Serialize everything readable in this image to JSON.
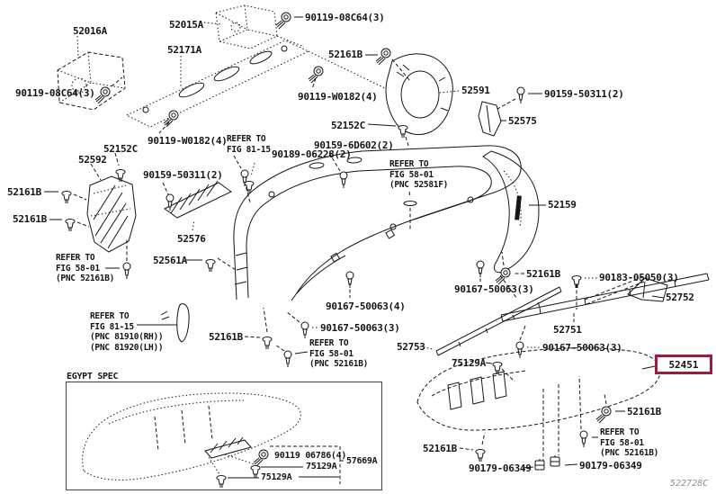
{
  "diagram": {
    "selected_part": "52451",
    "highlight_color": "#9e1b3c",
    "labels": [
      {
        "text": "52016A",
        "kind": "part"
      },
      {
        "text": "52015A",
        "kind": "part"
      },
      {
        "text": "90119-08C64(3)",
        "kind": "part"
      },
      {
        "text": "52171A",
        "kind": "part"
      },
      {
        "text": "52161B",
        "kind": "part"
      },
      {
        "text": "90119-08C64(3)",
        "kind": "part"
      },
      {
        "text": "90119-W0182(4)",
        "kind": "part"
      },
      {
        "text": "52591",
        "kind": "part"
      },
      {
        "text": "90159-50311(2)",
        "kind": "part"
      },
      {
        "text": "52575",
        "kind": "part"
      },
      {
        "text": "90119-W0182(4)",
        "kind": "part"
      },
      {
        "text": "52152C",
        "kind": "part"
      },
      {
        "text": "52592",
        "kind": "part"
      },
      {
        "text": "52152C",
        "kind": "part"
      },
      {
        "text": "REFER TO\nFIG 81-15",
        "kind": "note"
      },
      {
        "text": "90189-06228(2)",
        "kind": "part"
      },
      {
        "text": "90159-6D602(2)",
        "kind": "part"
      },
      {
        "text": "REFER TO\nFIG 58-01\n(PNC 52581F)",
        "kind": "note"
      },
      {
        "text": "52161B",
        "kind": "part"
      },
      {
        "text": "52161B",
        "kind": "part"
      },
      {
        "text": "90159-50311(2)",
        "kind": "part"
      },
      {
        "text": "52576",
        "kind": "part"
      },
      {
        "text": "52561A",
        "kind": "part"
      },
      {
        "text": "REFER TO\nFIG 58-01\n(PNC 52161B)",
        "kind": "note"
      },
      {
        "text": "52159",
        "kind": "part"
      },
      {
        "text": "52161B",
        "kind": "part"
      },
      {
        "text": "90183-05050(3)",
        "kind": "part"
      },
      {
        "text": "52752",
        "kind": "part"
      },
      {
        "text": "90167-50063(3)",
        "kind": "part"
      },
      {
        "text": "90167-50063(4)",
        "kind": "part"
      },
      {
        "text": "90167-50063(3)",
        "kind": "part"
      },
      {
        "text": "52751",
        "kind": "part"
      },
      {
        "text": "52753",
        "kind": "part"
      },
      {
        "text": "52161B",
        "kind": "part"
      },
      {
        "text": "REFER TO\nFIG 58-01\n(PNC 52161B)",
        "kind": "note"
      },
      {
        "text": "75129A",
        "kind": "part"
      },
      {
        "text": "90167-50063(3)",
        "kind": "part"
      },
      {
        "text": "52451",
        "kind": "part-selected"
      },
      {
        "text": "52161B",
        "kind": "part"
      },
      {
        "text": "REFER TO\nFIG 58-01\n(PNC 52161B)",
        "kind": "note"
      },
      {
        "text": "52161B",
        "kind": "part"
      },
      {
        "text": "90179-06349",
        "kind": "part"
      },
      {
        "text": "90179-06349",
        "kind": "part"
      },
      {
        "text": "REFER TO\nFIG 81-15\n(PNC 81910(RH))\n(PNC 81920(LH))",
        "kind": "note"
      },
      {
        "text": "EGYPT SPEC",
        "kind": "section"
      },
      {
        "text": "90119 06786(4)",
        "kind": "part"
      },
      {
        "text": "57669A",
        "kind": "part"
      },
      {
        "text": "75129A",
        "kind": "part"
      },
      {
        "text": "75129A",
        "kind": "part"
      },
      {
        "text": "522728C",
        "kind": "watermark"
      }
    ]
  }
}
